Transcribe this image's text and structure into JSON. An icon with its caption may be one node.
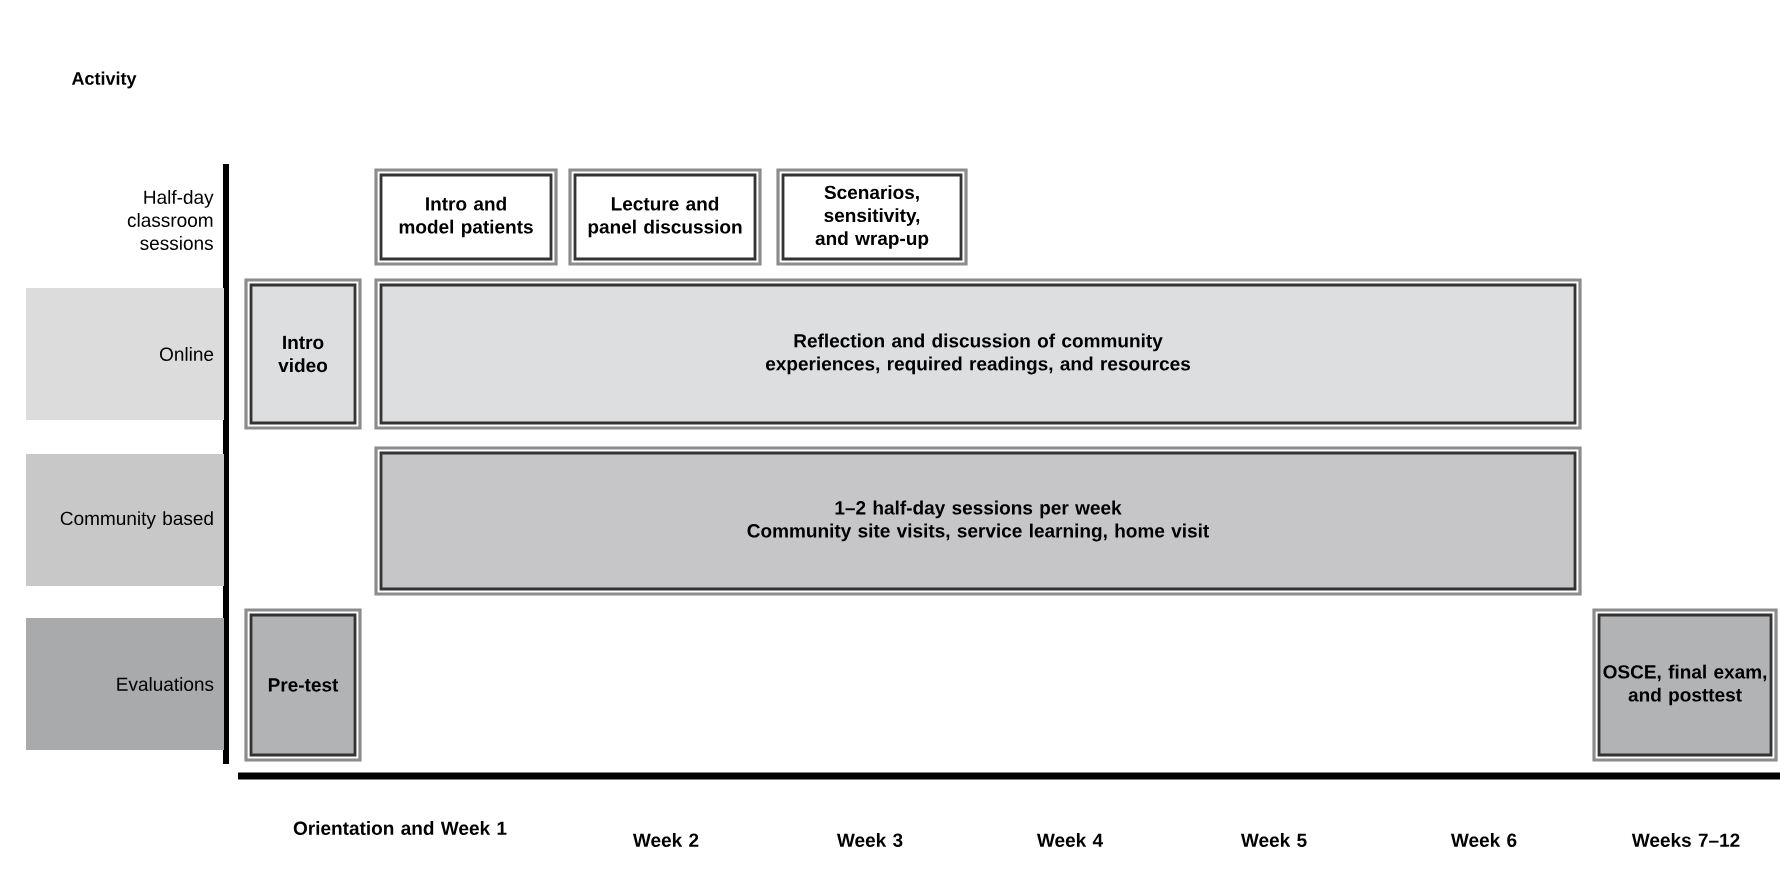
{
  "diagram": {
    "nodes": [
      {
        "text": [
          "Online"
        ]
      },
      {
        "text": [
          "Community based"
        ]
      },
      {
        "text": [
          "Evaluations"
        ]
      },
      {
        "text": [
          "Intro and model patients"
        ]
      },
      {
        "text": [
          "Lecture and panel discussion"
        ]
      },
      {
        "text": [
          "Scenarios, sensitivity, and wrap-up"
        ]
      },
      {
        "text": [
          "Intro video"
        ]
      },
      {
        "text": [
          "Reflection and discussion of community experiences, required readings, and resources"
        ]
      },
      {
        "text": [
          "1–2 half-day sessions per week",
          "Community site visits, service learning, home visit"
        ]
      },
      {
        "text": [
          "Pre-test"
        ]
      },
      {
        "text": [
          "OSCE, final exam, and posttest"
        ]
      }
    ],
    "labels": [
      "Activity",
      "Half-day classroom sessions",
      "Orientation and Week 1",
      "Week 2",
      "Week 3",
      "Week 4",
      "Week 5",
      "Week 6",
      "Weeks 7–12"
    ]
  }
}
